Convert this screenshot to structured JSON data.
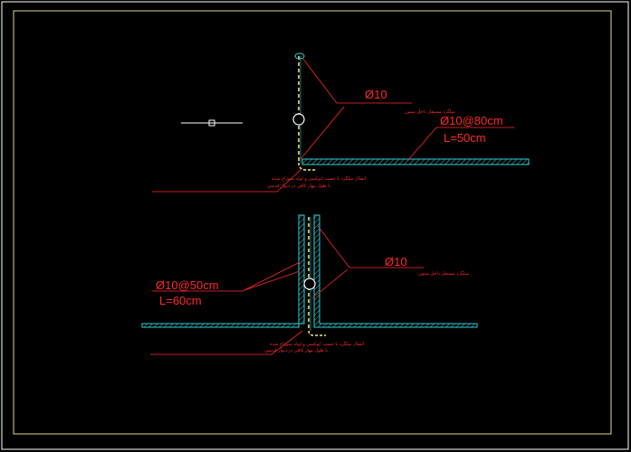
{
  "colors": {
    "background": "#000000",
    "frame": "#ffffff",
    "inner_frame": "#e0d98a",
    "wall_hatch": "#2fd0d6",
    "leader": "#ff2a2a",
    "rebar": "#f5f08a",
    "connector": "#ffffff"
  },
  "top_detail": {
    "bar_label": "Ø10",
    "bar_note": "ميلگرد مستقل داخل ستون",
    "dowel_label": "Ø10@80cm",
    "dowel_length": "L=50cm",
    "anchor_note_line1": "اتصال ميلگرد با چسب اپوكسي و لوله سوراخ شده",
    "anchor_note_line2": "با طول مهار كافي در ديوار قديمي"
  },
  "bottom_detail": {
    "bar_label": "Ø10",
    "bar_note": "ميلگرد مستقل داخل ستون",
    "dowel_label": "Ø10@50cm",
    "dowel_length": "L=60cm",
    "anchor_note_line1": "اتصال ميلگرد با چسب اپوكسي و لوله سوراخ شده",
    "anchor_note_line2": "با طول مهار كافي در ديوار قديمي"
  },
  "icons": {
    "marker": "grip-square-icon",
    "bar_section": "circle-bar-icon"
  }
}
